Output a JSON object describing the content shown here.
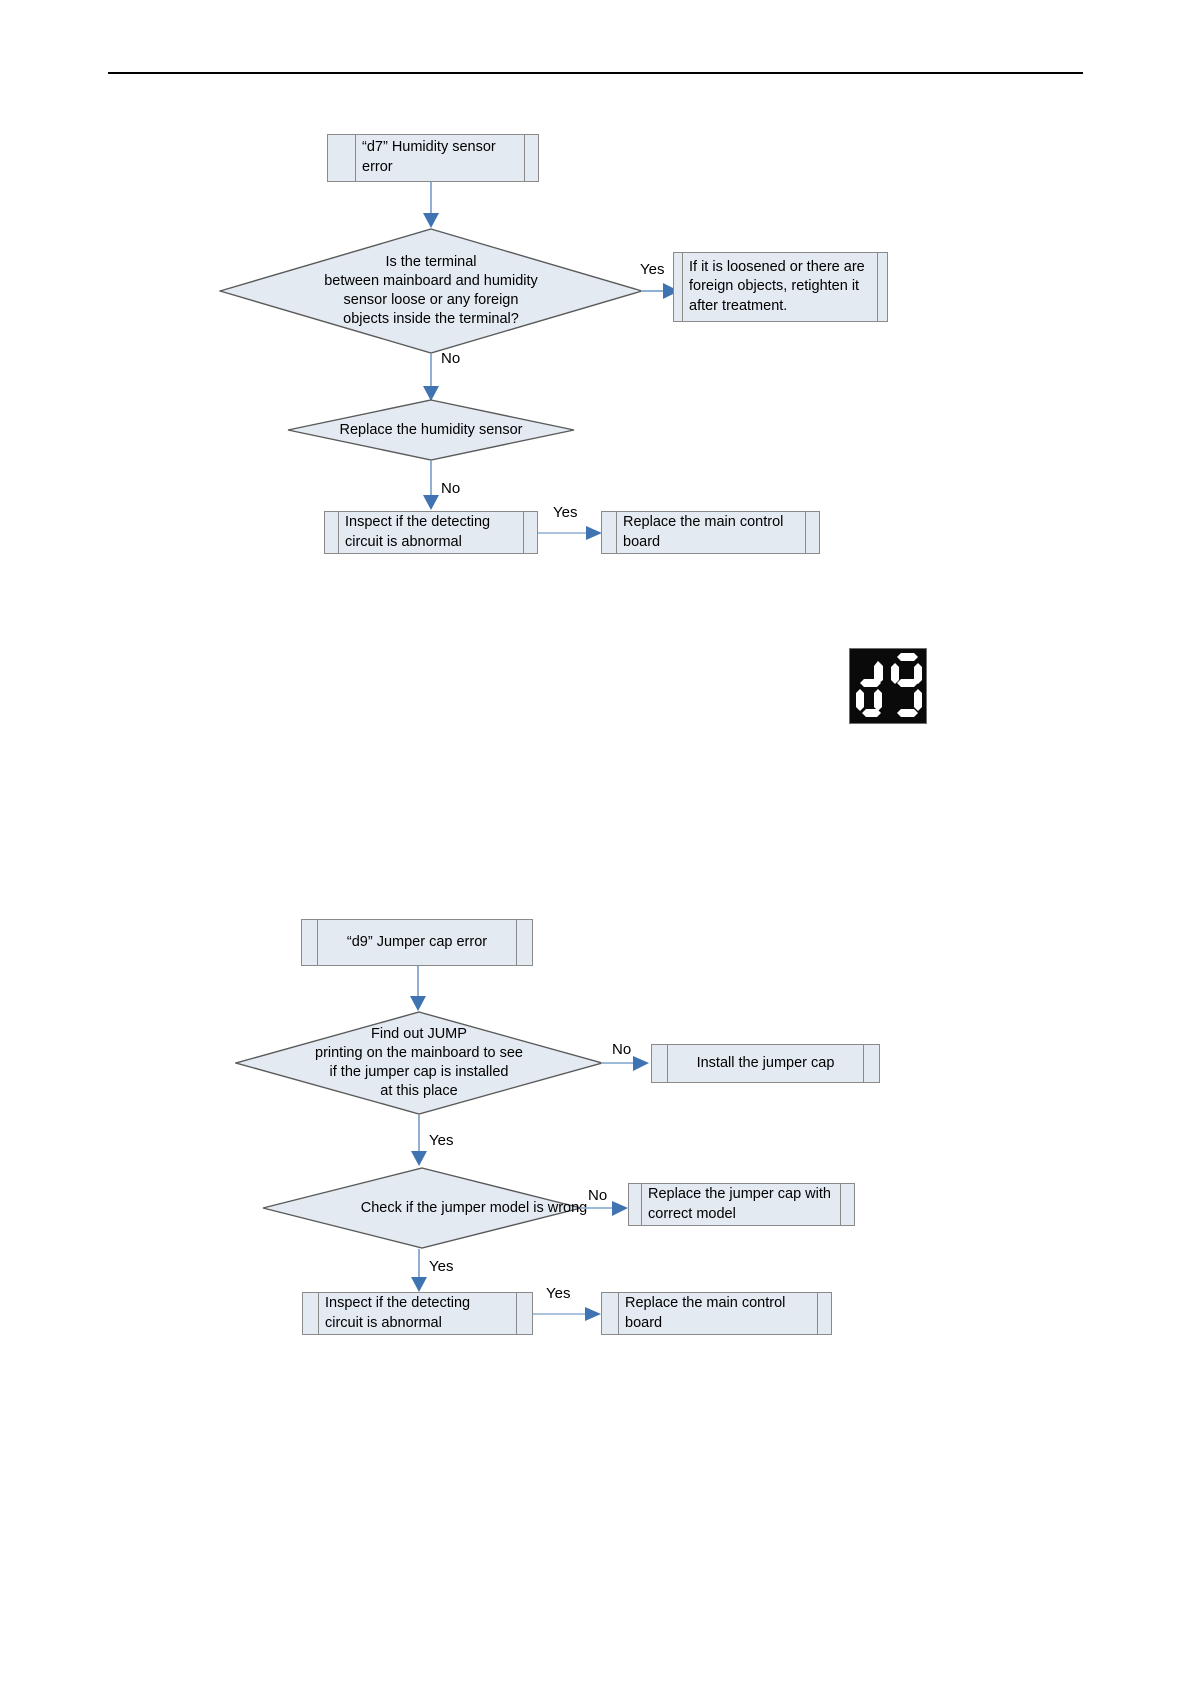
{
  "page": {
    "title": "Error code troubleshooting flowcharts",
    "rule_color": "#000000"
  },
  "theme": {
    "box_fill": "#e4eaf2",
    "box_stroke": "#8a8a8a",
    "diamond_fill": "#e4eaf2",
    "diamond_stroke": "#5a5a5a",
    "arrow_color": "#3f73b2",
    "line_color": "#8fb0d3",
    "text_color": "#000000",
    "led_background": "#0a0a0a",
    "led_segment": "#ffffff"
  },
  "flowcharts": [
    {
      "id": "d7-humidity-sensor-error",
      "nodes": {
        "start": {
          "type": "process",
          "label": "“d7” Humidity sensor error"
        },
        "decision1": {
          "type": "decision",
          "label": "Is the terminal\nbetween mainboard and humidity\nsensor loose or any foreign\nobjects inside the terminal?"
        },
        "action1": {
          "type": "process",
          "label": "If it is loosened or there are foreign objects, retighten it after treatment."
        },
        "decision2": {
          "type": "decision",
          "label": "Replace the humidity sensor"
        },
        "action2": {
          "type": "process",
          "label": "Inspect if the detecting circuit is abnormal"
        },
        "action3": {
          "type": "process",
          "label": "Replace the main control board"
        }
      },
      "edges": [
        {
          "from": "start",
          "to": "decision1",
          "label": ""
        },
        {
          "from": "decision1",
          "to": "action1",
          "label": "Yes"
        },
        {
          "from": "decision1",
          "to": "decision2",
          "label": "No"
        },
        {
          "from": "decision2",
          "to": "action2",
          "label": "No"
        },
        {
          "from": "action2",
          "to": "action3",
          "label": "Yes"
        }
      ]
    },
    {
      "id": "d9-jumper-cap-error",
      "nodes": {
        "start": {
          "type": "process",
          "label": "“d9” Jumper cap error"
        },
        "decision1": {
          "type": "decision",
          "label": "Find out JUMP\nprinting on the mainboard to see\nif the jumper cap is installed\nat this place"
        },
        "action1": {
          "type": "process",
          "label": "Install the jumper cap"
        },
        "decision2": {
          "type": "decision",
          "label": "Check if the jumper model is wrong"
        },
        "action2": {
          "type": "process",
          "label": "Replace the jumper cap with correct model"
        },
        "action3": {
          "type": "process",
          "label": "Inspect if the detecting circuit is abnormal"
        },
        "action4": {
          "type": "process",
          "label": "Replace the main control board"
        }
      },
      "edges": [
        {
          "from": "start",
          "to": "decision1",
          "label": ""
        },
        {
          "from": "decision1",
          "to": "action1",
          "label": "No"
        },
        {
          "from": "decision1",
          "to": "decision2",
          "label": "Yes"
        },
        {
          "from": "decision2",
          "to": "action2",
          "label": "No"
        },
        {
          "from": "decision2",
          "to": "action3",
          "label": "Yes"
        },
        {
          "from": "action3",
          "to": "action4",
          "label": "Yes"
        }
      ]
    }
  ],
  "led_display": {
    "name": "seven-segment-display",
    "value": "d9",
    "digits": [
      {
        "char": "d",
        "segments": [
          "b",
          "c",
          "d",
          "e",
          "g"
        ]
      },
      {
        "char": "9",
        "segments": [
          "a",
          "b",
          "c",
          "d",
          "f",
          "g"
        ]
      }
    ]
  }
}
